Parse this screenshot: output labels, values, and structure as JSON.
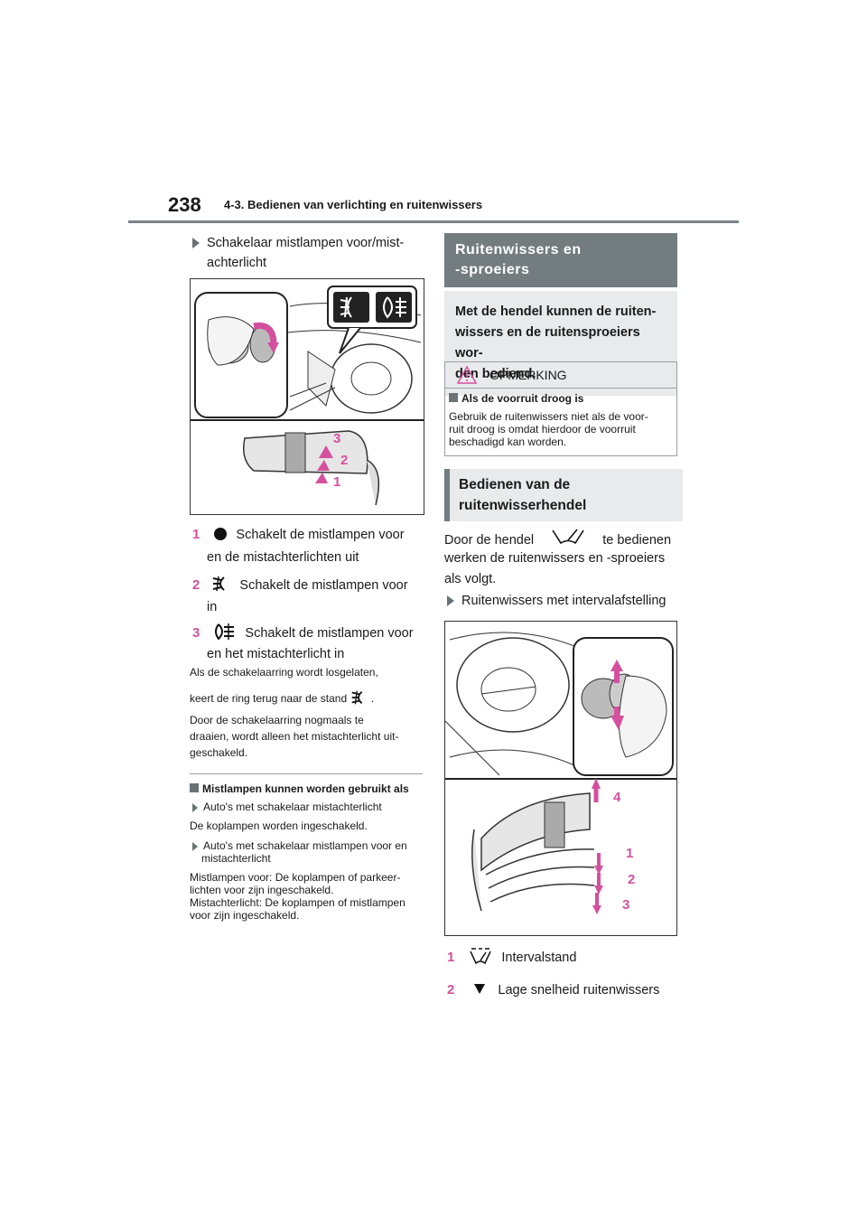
{
  "header": {
    "page_number": "238",
    "section": "4-3. Bedienen van verlichting en ruitenwissers"
  },
  "left": {
    "switch_heading_1": "Schakelaar mistlampen voor/mist-",
    "switch_heading_2": "achterlicht",
    "figure_labels": [
      "1",
      "2",
      "3"
    ],
    "items": [
      {
        "num": "1",
        "line1": "Schakelt de mistlampen voor",
        "line2": "en de mistachterlichten uit"
      },
      {
        "num": "2",
        "line1": "Schakelt de mistlampen voor",
        "line2": "in"
      },
      {
        "num": "3",
        "line1": "Schakelt de mistlampen voor",
        "line2": "en het mistachterlicht in"
      }
    ],
    "note1_line1": "Als de schakelaarring wordt losgelaten,",
    "note1_line2a": "keert de ring terug naar de stand",
    "note1_line2b": ".",
    "note2_line1": "Door de schakelaarring nogmaals te",
    "note2_line2": "draaien, wordt alleen het mistachterlicht uit-",
    "note2_line3": "geschakeld.",
    "fog_heading": "Mistlampen kunnen worden gebruikt als",
    "cond1": "Auto's met schakelaar mistachterlicht",
    "cond1_text": "De koplampen worden ingeschakeld.",
    "cond2_l1": "Auto's met schakelaar mistlampen voor en",
    "cond2_l2": "mistachterlicht",
    "cond2_text_l1": "Mistlampen voor: De koplampen of parkeer-",
    "cond2_text_l2": "lichten voor zijn ingeschakeld.",
    "cond2_text_l3": "Mistachterlicht: De koplampen of mistlampen",
    "cond2_text_l4": "voor zijn ingeschakeld."
  },
  "right": {
    "title_l1": "Ruitenwissers en",
    "title_l2": "-sproeiers",
    "intro_l1": "Met de hendel kunnen de ruiten-",
    "intro_l2": "wissers en de ruitensproeiers wor-",
    "intro_l3": "den bediend.",
    "note_title": "OPMERKING",
    "note_heading": "Als de voorruit droog is",
    "note_l1": "Gebruik de ruitenwissers niet als de voor-",
    "note_l2": "ruit droog is omdat hierdoor de voorruit",
    "note_l3": "beschadigd kan worden.",
    "sub_l1": "Bedienen van de",
    "sub_l2": "ruitenwisserhendel",
    "p_l1a": "Door de hendel",
    "p_l1b": "te bedienen",
    "p_l2": "werken de ruitenwissers en -sproeiers",
    "p_l3": "als volgt.",
    "interval_heading": "Ruitenwissers met intervalafstelling",
    "figure_labels": [
      "4",
      "1",
      "2",
      "3"
    ],
    "items": [
      {
        "num": "1",
        "text": "Intervalstand"
      },
      {
        "num": "2",
        "text": "Lage snelheid ruitenwissers"
      }
    ]
  },
  "colors": {
    "accent_pink": "#d4509e",
    "header_grey": "#737c7f",
    "box_light": "#e8eaeb"
  }
}
